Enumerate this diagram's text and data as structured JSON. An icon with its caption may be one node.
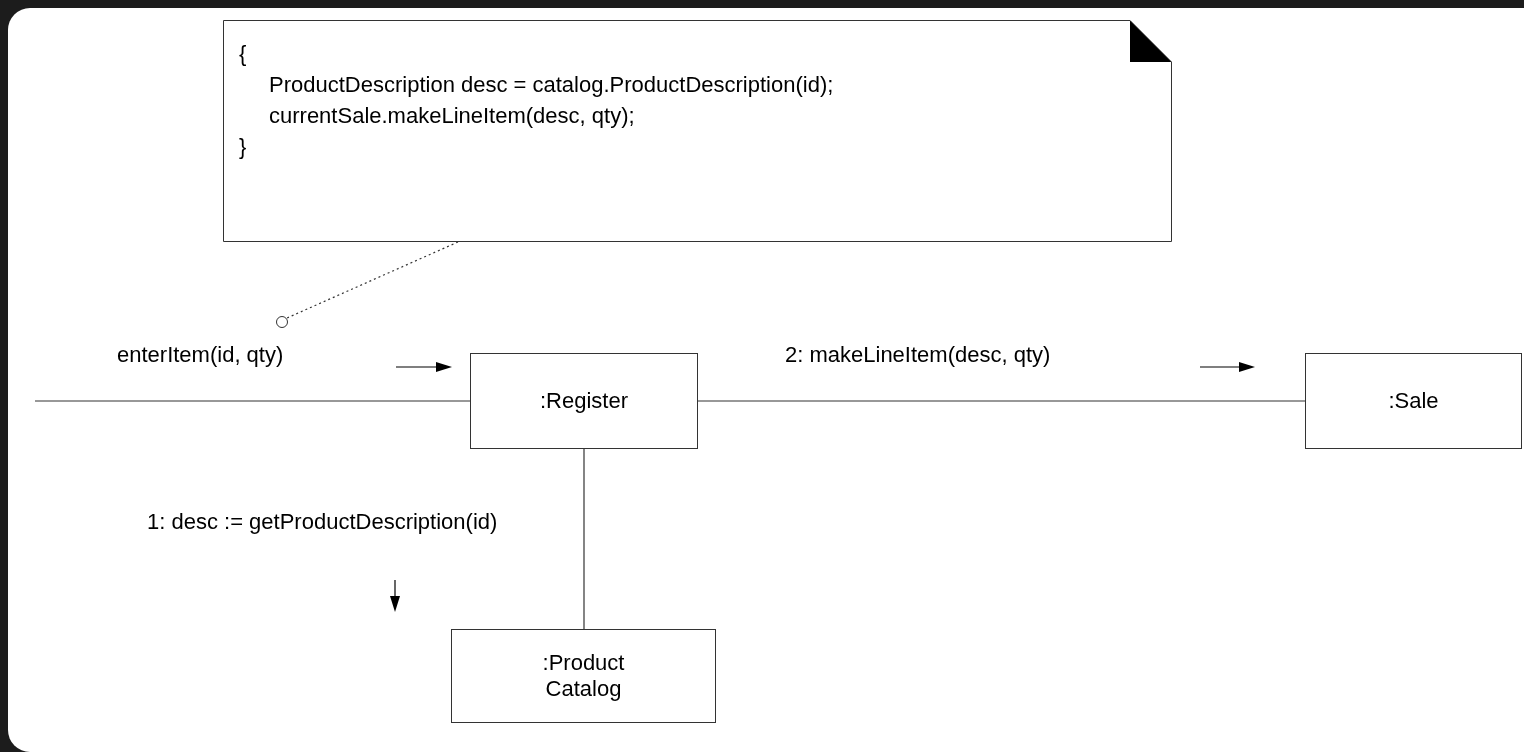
{
  "diagram": {
    "nodes": [
      {
        "text": [
          "{",
          "ProductDescription desc = catalog.ProductDescription(id);",
          "currentSale.makeLineItem(desc, qty);",
          "}"
        ]
      },
      {
        "text": [],
        "shape": "circle"
      },
      {
        "text": [
          ":Register"
        ]
      },
      {
        "text": [
          ":Sale"
        ]
      },
      {
        "text": [
          ":Product Catalog"
        ]
      }
    ],
    "edges": [
      {
        "from": 0,
        "to": 1,
        "arrow": "none",
        "style": "dashed"
      },
      {
        "from": null,
        "to": 2,
        "arrow": "none",
        "label": "enterItem(id, qty)"
      },
      {
        "from": 2,
        "to": 3,
        "arrow": "none",
        "label": "2: makeLineItem(desc, qty)"
      },
      {
        "from": 2,
        "to": 4,
        "arrow": "none",
        "label": "1: desc := getProductDescription(id)"
      }
    ]
  }
}
